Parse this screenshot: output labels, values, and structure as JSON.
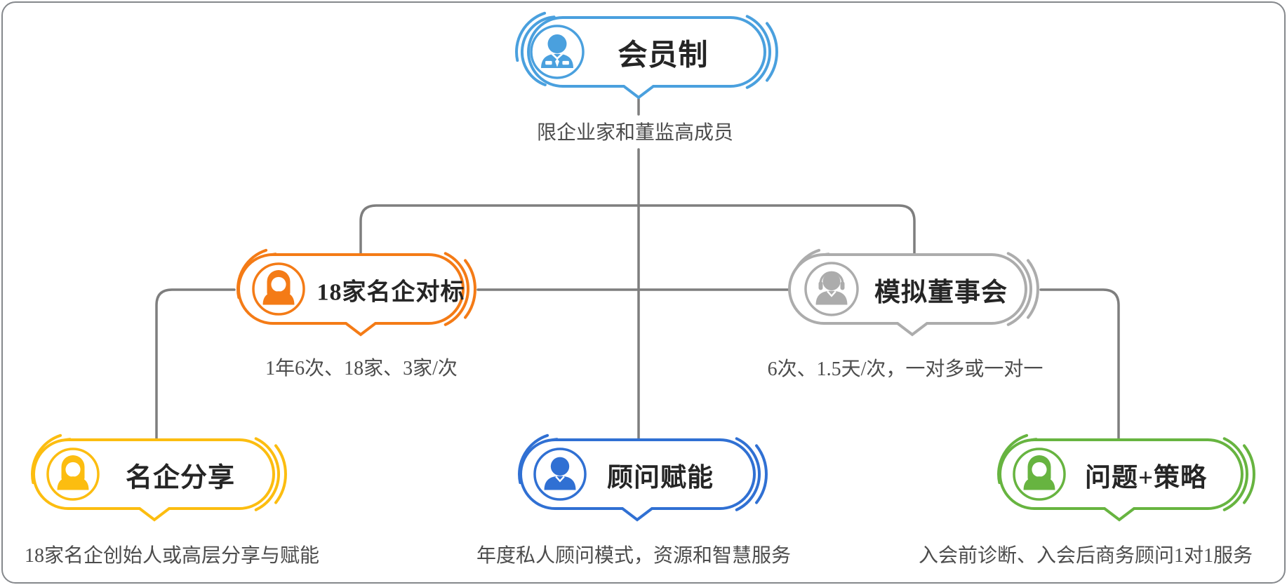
{
  "connector_color": "#7E7E7E",
  "title_color": "#252525",
  "note_color": "#4C4C4C",
  "nodes": {
    "member": {
      "label": "会员制",
      "note": "限企业家和董监高成员",
      "color": "#4AA0DE",
      "icon": "businessman-icon"
    },
    "benchmark": {
      "label": "18家名企对标",
      "note": "1年6次、18家、3家/次",
      "color": "#F47B16",
      "icon": "woman-icon"
    },
    "board": {
      "label": "模拟董事会",
      "note": "6次、1.5天/次，一对多或一对一",
      "color": "#ACACAC",
      "icon": "headset-man-icon"
    },
    "sharing": {
      "label": "名企分享",
      "note": "18家名企创始人或高层分享与赋能",
      "color": "#FCBD10",
      "icon": "woman-icon"
    },
    "advisor": {
      "label": "顾问赋能",
      "note": "年度私人顾问模式，资源和智慧服务",
      "color": "#3070D3",
      "icon": "man-icon"
    },
    "strategy": {
      "label": "问题+策略",
      "note": "入会前诊断、入会后商务顾问1对1服务",
      "color": "#67B440",
      "icon": "woman-icon"
    }
  }
}
